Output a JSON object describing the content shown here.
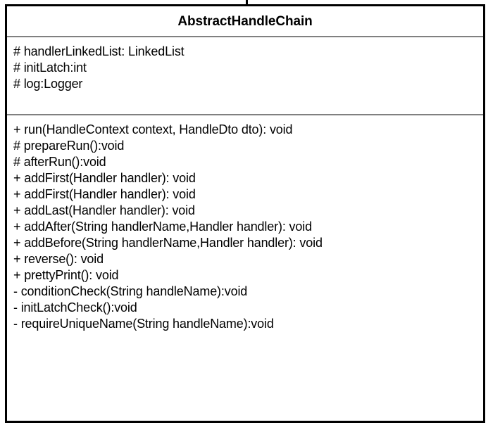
{
  "diagram": {
    "kind": "uml-class-diagram",
    "connector": {
      "name": "generalization-stub",
      "visible": true
    },
    "colors": {
      "border": "#000000",
      "separator": "#808080",
      "background": "#ffffff",
      "text": "#000000"
    }
  },
  "class": {
    "name": "AbstractHandleChain",
    "attributes": [
      "# handlerLinkedList: LinkedList",
      "# initLatch:int",
      "# log:Logger"
    ],
    "operations": [
      "+ run(HandleContext context, HandleDto dto): void",
      "# prepareRun():void",
      "# afterRun():void",
      "+ addFirst(Handler handler): void",
      "+ addFirst(Handler handler): void",
      "+ addLast(Handler handler): void",
      "+ addAfter(String handlerName,Handler handler): void",
      "+ addBefore(String handlerName,Handler handler): void",
      "+ reverse(): void",
      "+ prettyPrint(): void",
      "- conditionCheck(String handleName):void",
      "- initLatchCheck():void",
      "- requireUniqueName(String handleName):void"
    ]
  }
}
